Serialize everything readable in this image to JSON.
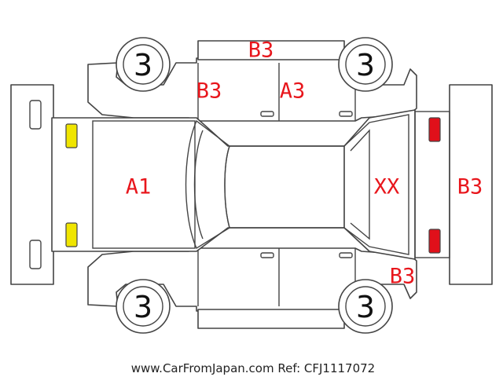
{
  "colors": {
    "code_text": "#e8161c",
    "headlight": "#f0e500",
    "taillight": "#e0101a",
    "outline": "#444444"
  },
  "wheels": [
    {
      "position": "front-left",
      "number": "3"
    },
    {
      "position": "rear-left",
      "number": "3"
    },
    {
      "position": "front-right",
      "number": "3"
    },
    {
      "position": "rear-right",
      "number": "3"
    }
  ],
  "damage_codes": {
    "roof_left_bar": "B3",
    "left_front_door": "B3",
    "left_rear_door": "A3",
    "hood": "A1",
    "rear_window": "XX",
    "rear_bumper": "B3",
    "right_rear_quarter": "B3"
  },
  "footer": "www.CarFromJapan.com Ref: CFJ1117072"
}
